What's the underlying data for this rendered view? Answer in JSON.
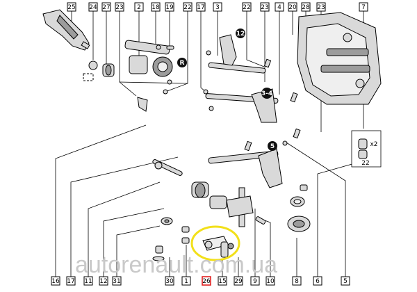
{
  "top_labels": [
    "25",
    "24",
    "27",
    "23",
    "2",
    "18",
    "19",
    "22",
    "17",
    "3",
    "22",
    "23",
    "4",
    "20",
    "28",
    "23",
    "7"
  ],
  "bottom_labels": [
    "16",
    "17",
    "11",
    "12",
    "31",
    "30",
    "1",
    "26",
    "15",
    "29",
    "9",
    "10",
    "8",
    "6",
    "5"
  ],
  "gear_marks": [
    "12",
    "3-4",
    "R",
    "5"
  ],
  "kit_label": "x2",
  "detail_label": "22",
  "watermark": "autorenault.com.ua",
  "highlight_label": "26",
  "colors": {
    "highlight_ring": "#f2e01a",
    "highlight_box": "#e02020"
  }
}
